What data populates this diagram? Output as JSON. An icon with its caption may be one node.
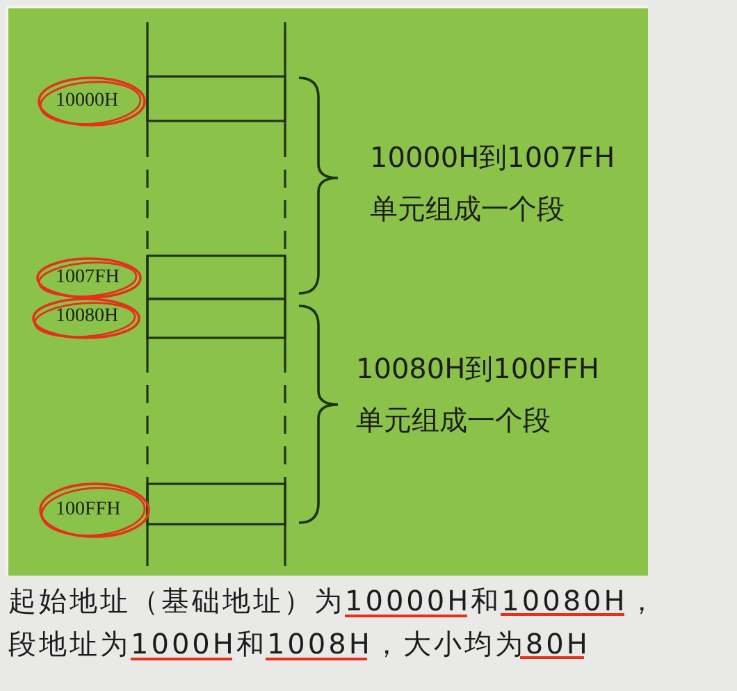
{
  "diagram": {
    "caption": "起始地址（基础地址）为10000H和10080H，段地址为1000H和1008H，大小均为80H",
    "labels": [
      "10000H",
      "10000H到1007FH单元组成一个段",
      "1007FH",
      "10080H",
      "10080H到100FFH单元组成一个段",
      "100FFH"
    ]
  }
}
